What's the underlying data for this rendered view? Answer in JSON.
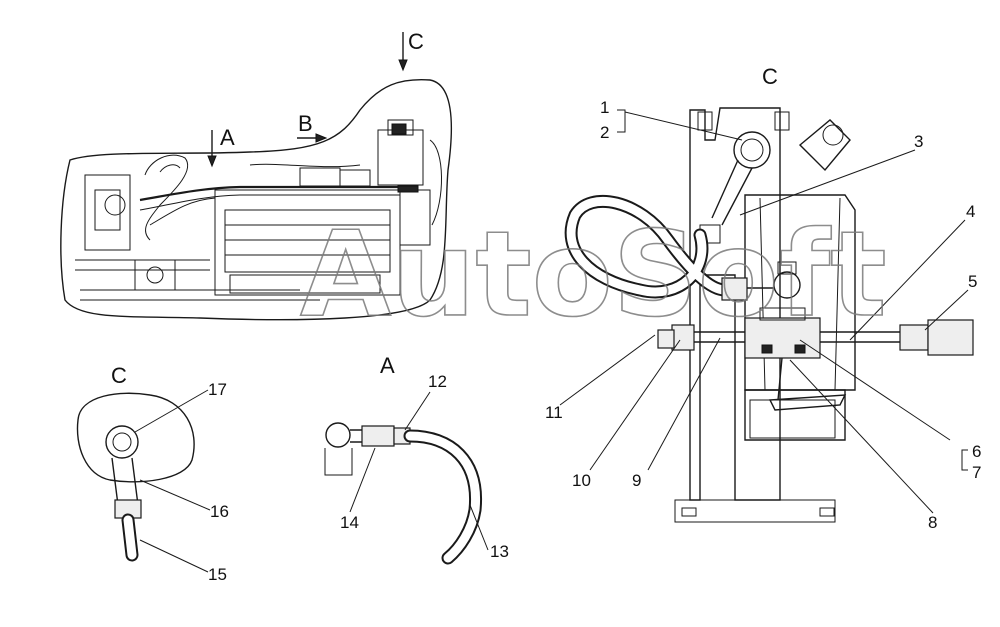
{
  "view_labels": {
    "arrow_c_top": "C",
    "arrow_a": "A",
    "arrow_b": "B",
    "detail_c_right": "C",
    "detail_c_left": "C",
    "detail_a": "A"
  },
  "watermark": "AutoSoft",
  "callouts": {
    "n1": "1",
    "n2": "2",
    "n3": "3",
    "n4": "4",
    "n5": "5",
    "n6": "6",
    "n7": "7",
    "n8": "8",
    "n9": "9",
    "n10": "10",
    "n11": "11",
    "n12": "12",
    "n13": "13",
    "n14": "14",
    "n15": "15",
    "n16": "16",
    "n17": "17"
  }
}
